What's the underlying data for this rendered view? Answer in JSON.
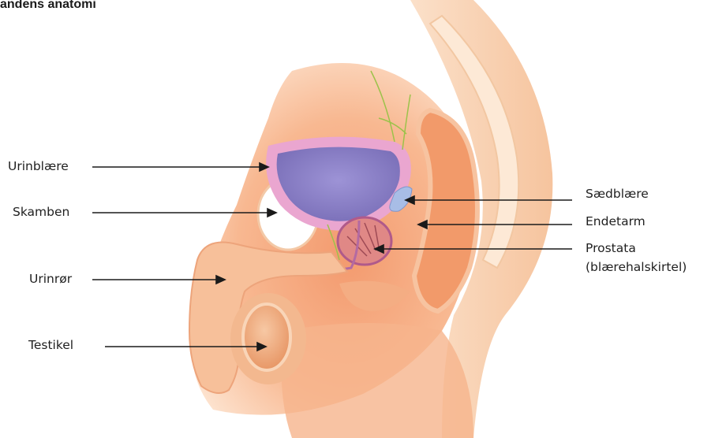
{
  "title": "andens anatomi",
  "labels": {
    "left": [
      "Urinblære",
      "Skamben",
      "Urinrør",
      "Testikel"
    ],
    "right": [
      "Sædblære",
      "Endetarm",
      "Prostata",
      "(blærehalskirtel)"
    ]
  },
  "colors": {
    "skin": "#f7c9a6",
    "skin_dark": "#ee9f74",
    "bladder": "#8f84c8",
    "bladder_wall": "#e9a9cf",
    "bone": "#ffffff",
    "prostata": "#d97a78",
    "arrow": "#1a1a1a"
  }
}
